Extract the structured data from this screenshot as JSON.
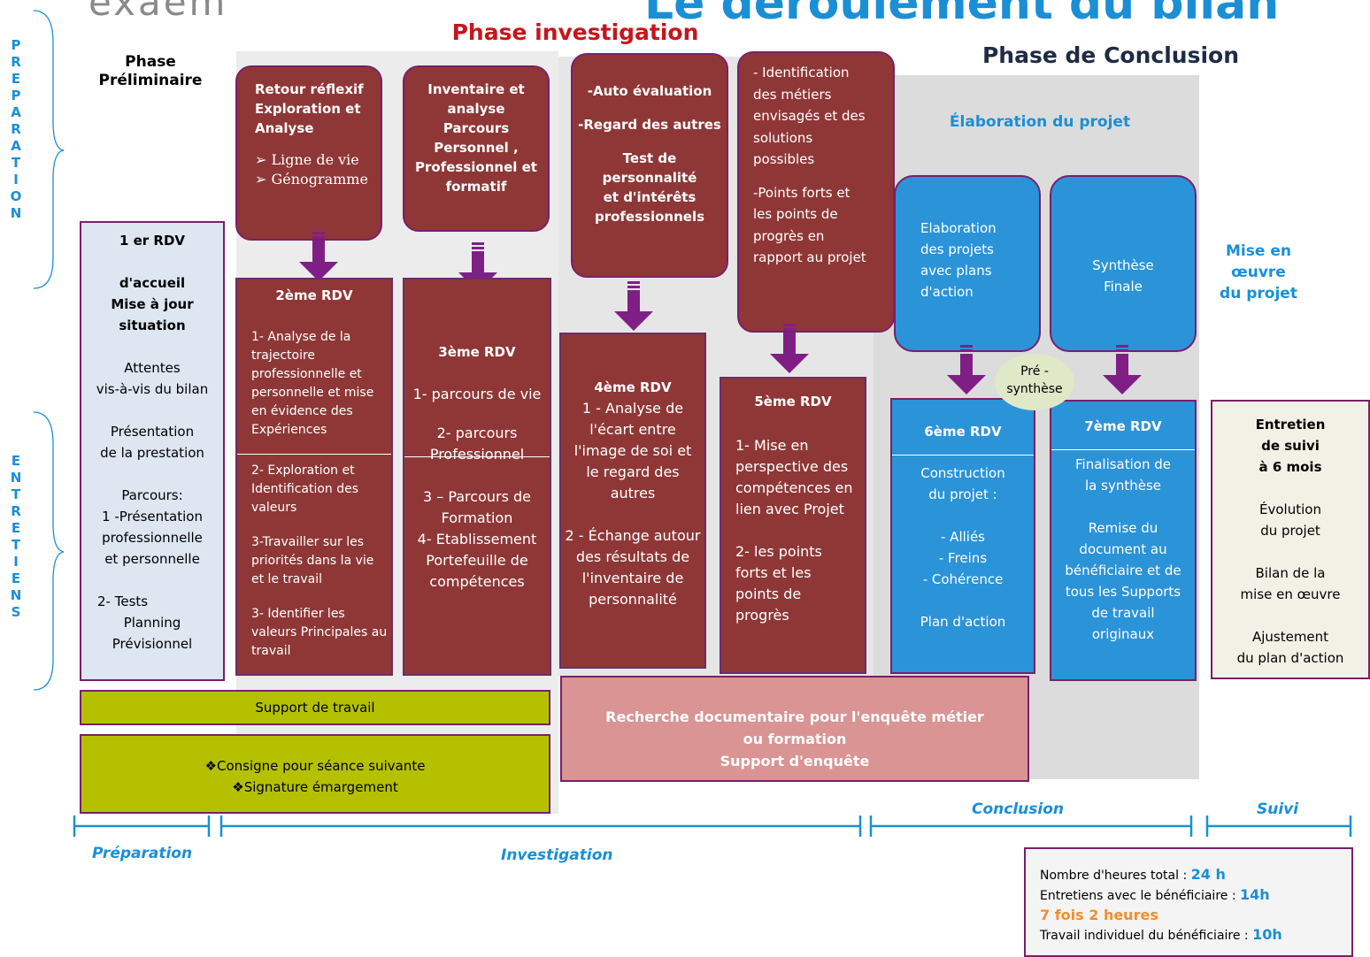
{
  "header": {
    "logo_text": "exaem",
    "title": "Le déroulement du bilan"
  },
  "phases": {
    "preliminaire": [
      "Phase",
      "Préliminaire"
    ],
    "investigation": "Phase investigation",
    "conclusion": "Phase de Conclusion"
  },
  "side_labels": {
    "preparation": "PREPARATION",
    "entretiens": "ENTRETIENS"
  },
  "top_boxes": {
    "retour": {
      "lines": [
        "Retour réflexif",
        "Exploration et",
        "Analyse"
      ],
      "bullets": [
        "Ligne de vie",
        "Génogramme"
      ]
    },
    "inventaire": {
      "lines": [
        "Inventaire et",
        "analyse",
        "Parcours",
        "Personnel ,",
        "Professionnel et",
        "formatif"
      ]
    },
    "auto": {
      "lines": [
        "-Auto évaluation",
        "-Regard des autres",
        "Test de personnalité",
        "et d'intérêts",
        "professionnels"
      ]
    },
    "identification": {
      "lines": [
        "- Identification",
        "des métiers",
        "envisagés et des",
        "solutions",
        "possibles",
        "-Points forts et",
        "les points de",
        "progrès en",
        "rapport au projet"
      ]
    },
    "elaboration_header": "Élaboration du projet",
    "elaboration_projets": {
      "lines": [
        "Elaboration",
        "des projets",
        "avec plans",
        "d'action"
      ]
    },
    "synthese_finale": {
      "lines": [
        "Synthèse",
        "Finale"
      ]
    },
    "mise_en_oeuvre": {
      "lines": [
        "Mise en",
        "œuvre",
        "du projet"
      ]
    }
  },
  "rdv": {
    "r1": {
      "lines": [
        "1 er RDV",
        "",
        "d'accueil",
        "Mise à jour",
        "situation",
        "",
        "Attentes",
        "vis-à-vis du bilan",
        "",
        "Présentation",
        "de la prestation",
        "",
        "Parcours:",
        "1 -Présentation",
        "professionnelle",
        "et personnelle",
        "",
        "2- Tests",
        "Planning",
        "Prévisionnel"
      ]
    },
    "r2": {
      "title": "2ème RDV",
      "items": [
        "1- Analyse de la trajectoire professionnelle et personnelle et mise en évidence des Expériences",
        "2- Exploration et Identification des valeurs",
        "3-Travailler sur les priorités dans la vie et le travail",
        "3- Identifier les valeurs Principales au travail"
      ]
    },
    "r3": {
      "title": "3ème RDV",
      "items": [
        "1- parcours de vie",
        "2- parcours Professionnel",
        "3 – Parcours de Formation",
        "4- Etablissement Portefeuille de compétences"
      ]
    },
    "r4": {
      "title": "4ème RDV",
      "items": [
        "1 - Analyse de l'écart entre l'image de soi et le regard des autres",
        "2 - Échange autour des résultats de l'inventaire de personnalité"
      ]
    },
    "r5": {
      "title": "5ème RDV",
      "items": [
        "1- Mise en perspective des compétences en lien avec Projet",
        "2- les points forts et les points de progrès"
      ]
    },
    "r6": {
      "title": "6ème RDV",
      "items": [
        "Construction du projet :",
        "- Alliés",
        "- Freins",
        "- Cohérence",
        "Plan d'action"
      ]
    },
    "r7": {
      "title": "7ème RDV",
      "items": [
        "Finalisation de la synthèse",
        "Remise du document au bénéficiaire et de tous les Supports de travail originaux"
      ]
    },
    "suivi": {
      "lines": [
        "Entretien",
        "de suivi",
        "à 6 mois",
        "",
        "Évolution",
        "du projet",
        "",
        "Bilan de la",
        "mise en œuvre",
        "",
        "Ajustement",
        "du plan d'action"
      ]
    }
  },
  "pre_synthese": [
    "Pré -",
    "synthèse"
  ],
  "bottom": {
    "support": "Support de travail",
    "consigne": [
      "❖Consigne pour séance suivante",
      "❖Signature émargement"
    ],
    "recherche": [
      "Recherche documentaire pour l'enquête métier",
      "ou formation",
      "Support d'enquête"
    ]
  },
  "timeline": {
    "preparation": "Préparation",
    "investigation": "Investigation",
    "conclusion": "Conclusion",
    "suivi": "Suivi"
  },
  "info": {
    "total_label": "Nombre d'heures total : ",
    "total_value": "24 h",
    "entretiens_label": "Entretiens avec le bénéficiaire : ",
    "entretiens_value": "14h",
    "fois": "7 fois 2 heures",
    "travail_label": "Travail individuel du bénéficiaire : ",
    "travail_value": "10h"
  },
  "colors": {
    "accent_blue": "#1a8fd6",
    "red_box": "#8f3737",
    "blue_box": "#2b93d8",
    "arrow": "#7f1f86",
    "olive": "#b5c100"
  }
}
